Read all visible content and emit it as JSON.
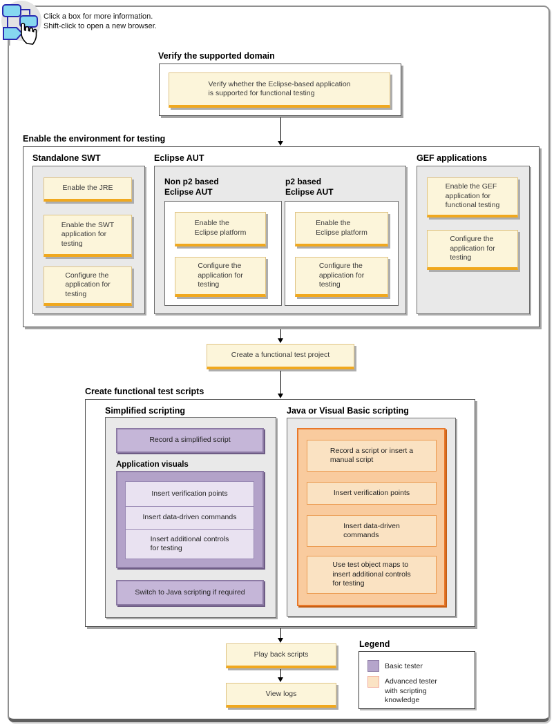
{
  "instructions": {
    "line1": "Click a box for more information.",
    "line2": "Shift-click to open a new browser."
  },
  "verify": {
    "title": "Verify the supported domain",
    "box": "Verify whether the Eclipse-based application\nis supported for functional testing"
  },
  "enable_env": {
    "title": "Enable the environment for testing",
    "standalone_swt": {
      "title": "Standalone SWT",
      "boxes": [
        "Enable the JRE",
        "Enable the SWT\napplication for\ntesting",
        "Configure the\napplication for\ntesting"
      ]
    },
    "eclipse_aut": {
      "title": "Eclipse AUT",
      "non_p2": {
        "title": "Non p2 based\nEclipse AUT",
        "boxes": [
          "Enable the\nEclipse platform",
          "Configure the\napplication for\ntesting"
        ]
      },
      "p2": {
        "title": "p2 based\nEclipse AUT",
        "boxes": [
          "Enable the\nEclipse platform",
          "Configure the\napplication for\ntesting"
        ]
      }
    },
    "gef": {
      "title": "GEF applications",
      "boxes": [
        "Enable the GEF\napplication for\nfunctional testing",
        "Configure the\napplication for\ntesting"
      ]
    }
  },
  "create_project": {
    "box": "Create a functional test project"
  },
  "create_scripts": {
    "title": "Create functional test scripts",
    "simplified": {
      "title": "Simplified scripting",
      "record": "Record a simplified script",
      "app_visuals_title": "Application visuals",
      "visual_items": [
        "Insert verification points",
        "Insert data-driven commands",
        "Insert additional controls\nfor testing"
      ],
      "switch": "Switch to Java scripting if required"
    },
    "java_vb": {
      "title": "Java or Visual Basic scripting",
      "items": [
        "Record a script or insert a\nmanual script",
        "Insert verification points",
        "Insert data-driven\ncommands",
        "Use test object maps to\ninsert additional controls\nfor testing"
      ]
    }
  },
  "playback": {
    "box": "Play back scripts"
  },
  "view_logs": {
    "box": "View logs"
  },
  "legend": {
    "title": "Legend",
    "items": [
      {
        "label": "Basic tester",
        "color": "#b5a5cb",
        "border": "#8c7aa4"
      },
      {
        "label": "Advanced tester\nwith scripting\nknowledge",
        "color": "#fbe3c4",
        "border": "#f2ac9c"
      }
    ]
  },
  "colors": {
    "task_box_fill": "#fcf5da",
    "task_box_border": "#dfc383",
    "task_box_accent": "#f0a81e",
    "purple_container": "#b3a2c9",
    "purple_box": "#c5b6d8",
    "purple_light": "#e9e2f1",
    "purple_border": "#8c7aa4",
    "orange_container": "#f9cb9e",
    "orange_border": "#e8782a",
    "orange_box": "#fae2c2",
    "section_gray": "#e9e9e9"
  }
}
